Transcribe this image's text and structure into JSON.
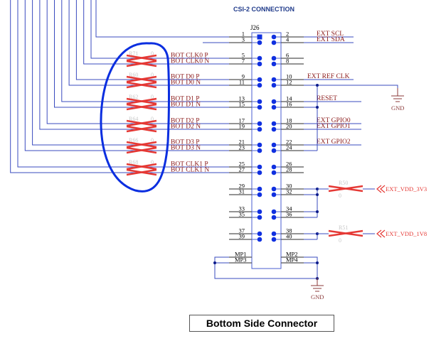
{
  "title": "CSI-2 CONNECTION",
  "connector": {
    "ref": "J26",
    "pins_left": [
      "1",
      "3",
      "5",
      "7",
      "9",
      "11",
      "13",
      "15",
      "17",
      "19",
      "21",
      "23",
      "25",
      "27",
      "29",
      "31",
      "33",
      "35",
      "37",
      "39"
    ],
    "pins_right": [
      "2",
      "4",
      "6",
      "8",
      "10",
      "12",
      "14",
      "16",
      "18",
      "20",
      "22",
      "24",
      "26",
      "28",
      "30",
      "32",
      "34",
      "36",
      "38",
      "40"
    ],
    "mounting": [
      "MP1",
      "MP2",
      "MP3",
      "MP4"
    ]
  },
  "left_nets": [
    "BOT_CLK0_P",
    "BOT_CLK0_N",
    "BOT_D0_P",
    "BOT_D0_N",
    "BOT_D1_P",
    "BOT_D1_N",
    "BOT_D2_P",
    "BOT_D2_N",
    "BOT_D3_P",
    "BOT_D3_N",
    "BOT_CLK1_P",
    "BOT_CLK1_N"
  ],
  "left_resistors": [
    {
      "ref": "R71",
      "value": "0"
    },
    {
      "ref": "R60",
      "value": "0"
    },
    {
      "ref": "R62",
      "value": "0"
    },
    {
      "ref": "R64",
      "value": "0"
    },
    {
      "ref": "R66",
      "value": "0"
    },
    {
      "ref": "R68",
      "value": "0"
    }
  ],
  "right_nets": {
    "pin2": "EXT_SCL",
    "pin4": "EXT_SDA",
    "pin10": "EXT_REF_CLK",
    "pin14": "RESET",
    "pin18": "EXT_GPIO0",
    "pin20": "EXT_GPIO1",
    "pin22": "EXT_GPIO2"
  },
  "gnd_label": "GND",
  "power": [
    {
      "resistor": "R50",
      "value": "0",
      "net": "EXT_VDD_3V3"
    },
    {
      "resistor": "R51",
      "value": "0",
      "net": "EXT_VDD_1V8"
    }
  ],
  "caption": "Bottom Side Connector",
  "colors": {
    "wire": "#3a4bbf",
    "pin_line": "#555555",
    "dot": "#1030e0",
    "net_label": "#8b1a1a",
    "dnp_cross": "#e53935",
    "highlight": "#0a2ee0"
  }
}
